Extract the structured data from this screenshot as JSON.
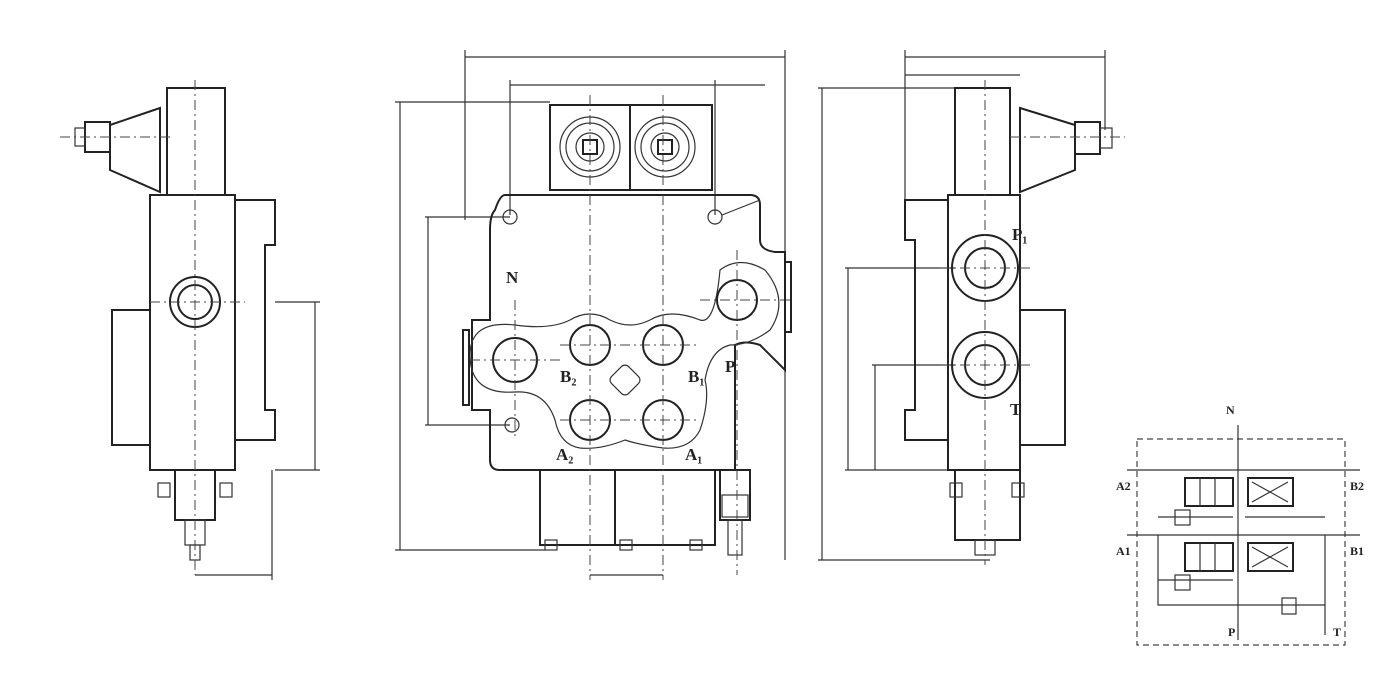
{
  "main_view": {
    "ports": {
      "N": "N",
      "P": "P",
      "B2": "B₂",
      "B1": "B₁",
      "A2": "A₂",
      "A1": "A₁"
    }
  },
  "right_view": {
    "ports": {
      "P1": "P₁",
      "T": "T"
    }
  },
  "schematic": {
    "labels": {
      "N": "N",
      "A2": "A2",
      "B2": "B2",
      "A1": "A1",
      "B1": "B1",
      "P": "P",
      "T": "T"
    }
  },
  "colors": {
    "line": "#222222",
    "background": "#ffffff"
  }
}
